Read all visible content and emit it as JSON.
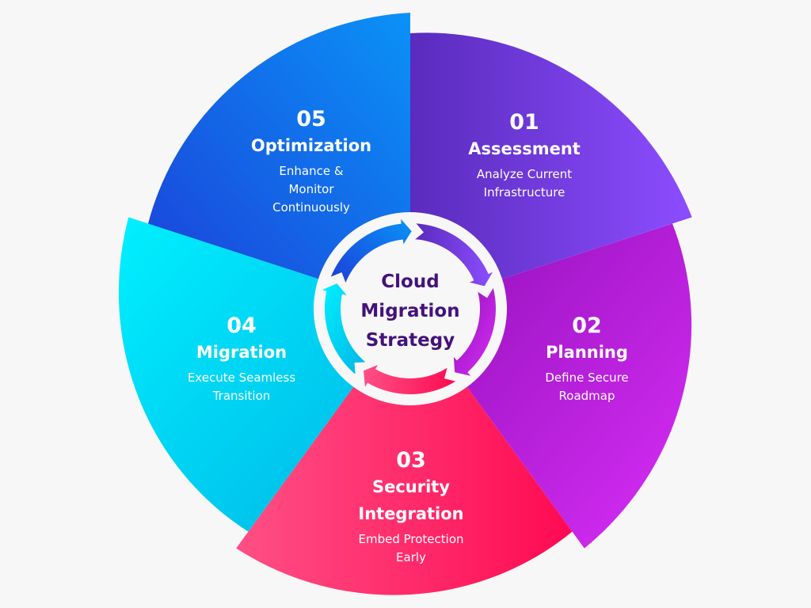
{
  "center_title": [
    "Cloud",
    "Migration",
    "Strategy"
  ],
  "segments": [
    {
      "number": "01",
      "title": [
        "Assessment"
      ],
      "desc": [
        "Analyze Current",
        "Infrastructure"
      ],
      "colors": [
        "#5a2bbd",
        "#8c4dff"
      ]
    },
    {
      "number": "02",
      "title": [
        "Planning"
      ],
      "desc": [
        "Define Secure",
        "Roadmap"
      ],
      "colors": [
        "#9010b8",
        "#d82ef7"
      ]
    },
    {
      "number": "03",
      "title": [
        "Security",
        "Integration"
      ],
      "desc": [
        "Embed Protection",
        "Early"
      ],
      "colors": [
        "#ff0a52",
        "#ff4f85"
      ]
    },
    {
      "number": "04",
      "title": [
        "Migration"
      ],
      "desc": [
        "Execute Seamless",
        "Transition"
      ],
      "colors": [
        "#00f0ff",
        "#00b4e6"
      ]
    },
    {
      "number": "05",
      "title": [
        "Optimization"
      ],
      "desc": [
        "Enhance &",
        "Monitor",
        "Continuously"
      ],
      "colors": [
        "#1c3fd8",
        "#0a92f7"
      ]
    }
  ],
  "center_color": "#44127a"
}
